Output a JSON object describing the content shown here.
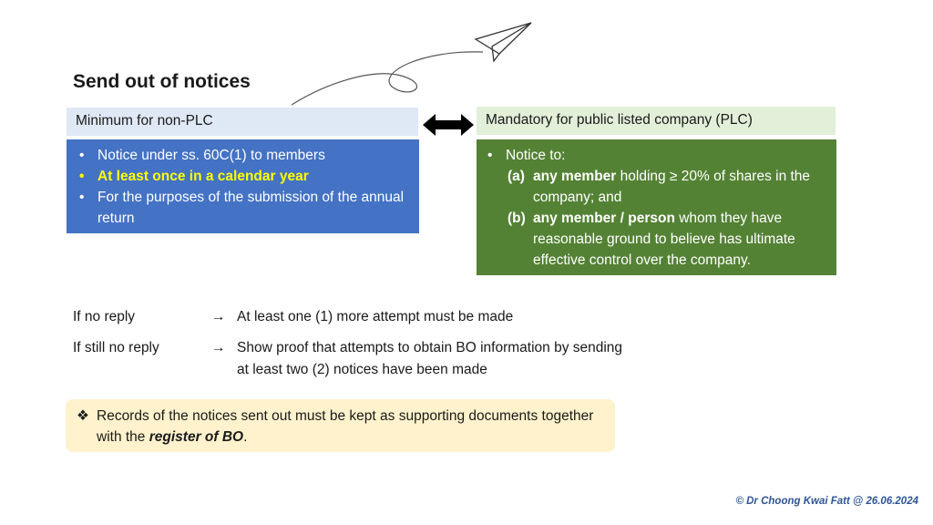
{
  "title": "Send out of notices",
  "left": {
    "header": "Minimum for non-PLC",
    "bullets": [
      "Notice under ss. 60C(1) to members",
      "At least once in a calendar year",
      "For the purposes of the submission of the annual return"
    ]
  },
  "right": {
    "header": "Mandatory for public listed company (PLC)",
    "intro": "Notice to:",
    "items": [
      {
        "label": "(a)",
        "bold": "any member",
        "text": " holding ≥ 20% of shares in the company; and"
      },
      {
        "label": "(b)",
        "bold": "any member / person",
        "text": " whom they have reasonable ground to believe has ultimate effective control over the company."
      }
    ]
  },
  "rows": [
    {
      "condition": "If no reply",
      "arrow": "→",
      "action": "At least one (1) more attempt must be made"
    },
    {
      "condition": "If still no reply",
      "arrow": "→",
      "action": "Show proof that attempts to obtain BO information by sending at least two (2) notices have been made"
    }
  ],
  "note": {
    "bullet": "❖",
    "text": "Records of the notices sent out must be kept as supporting documents together with the ",
    "emphasis": "register of BO",
    "end": "."
  },
  "footer": "© Dr Choong Kwai Fatt @ 26.06.2024",
  "colors": {
    "blue": "#4472c4",
    "green": "#548235",
    "highlight": "#ffff00",
    "note_bg": "#fff2cc"
  }
}
